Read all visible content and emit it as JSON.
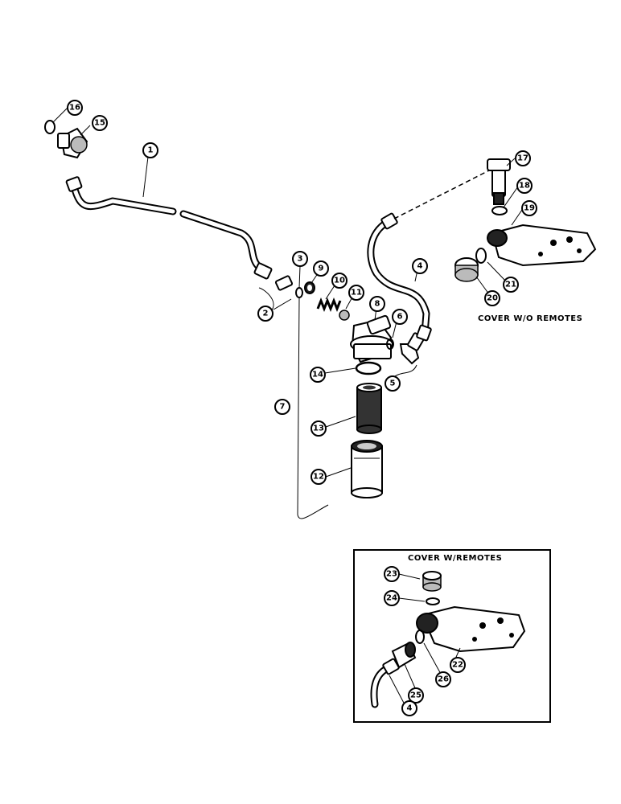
{
  "captions": {
    "cover_without_remotes": "COVER W/O REMOTES",
    "cover_with_remotes": "COVER W/REMOTES"
  },
  "callouts": {
    "c1": "1",
    "c2": "2",
    "c3": "3",
    "c4": "4",
    "c5": "5",
    "c6": "6",
    "c7": "7",
    "c8": "8",
    "c9": "9",
    "c10": "10",
    "c11": "11",
    "c12": "12",
    "c13": "13",
    "c14": "14",
    "c15": "15",
    "c16": "16",
    "c17": "17",
    "c18": "18",
    "c19": "19",
    "c20": "20",
    "c21": "21",
    "c22": "22",
    "c23": "23",
    "c24": "24",
    "c25": "25",
    "c26": "26",
    "c4b": "4"
  }
}
